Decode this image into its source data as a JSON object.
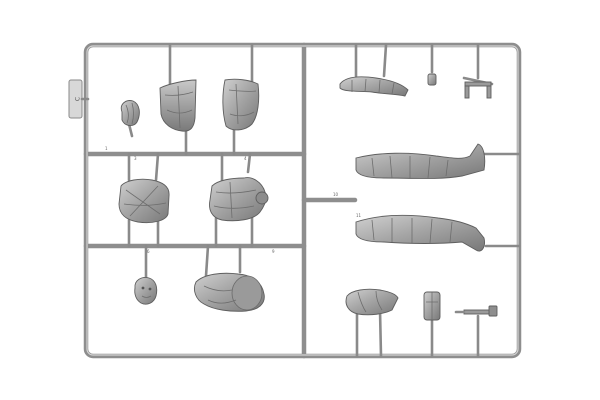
{
  "sprue": {
    "tag_label": "C",
    "part_numbers": [
      "1",
      "3",
      "4",
      "6",
      "9",
      "10",
      "11"
    ]
  },
  "colors": {
    "background": "#ffffff",
    "plastic": "#a8a8a8",
    "runner": "#8e8e8e"
  }
}
